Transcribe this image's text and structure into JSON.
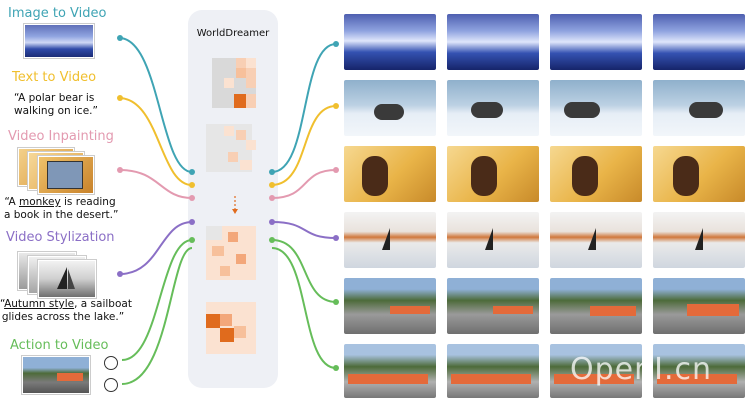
{
  "tasks": [
    {
      "title": "Image to Video",
      "color": "#3fa4b4"
    },
    {
      "title": "Text to Video",
      "color": "#f0bf2e",
      "prompt_lines": [
        "“A polar bear is",
        "walking on ice.”"
      ]
    },
    {
      "title": "Video Inpainting",
      "color": "#e39ab0",
      "prompt_pre": "“A ",
      "prompt_u": "monkey",
      "prompt_post": " is reading",
      "prompt_line2": "a book in the desert.”"
    },
    {
      "title": "Video Stylization",
      "color": "#8b6fc6",
      "prompt_pre": "“",
      "prompt_u": "Autumn style",
      "prompt_post": ", a sailboat",
      "prompt_line2": "glides across the lake.”"
    },
    {
      "title": "Action to Video",
      "color": "#66bd5a"
    }
  ],
  "model": {
    "name": "WorldDreamer"
  },
  "watermark": "OpenI.cn",
  "colors": {
    "teal": "#3fa4b4",
    "yellow": "#f0bf2e",
    "pink": "#e39ab0",
    "purple": "#8b6fc6",
    "green": "#66bd5a"
  }
}
